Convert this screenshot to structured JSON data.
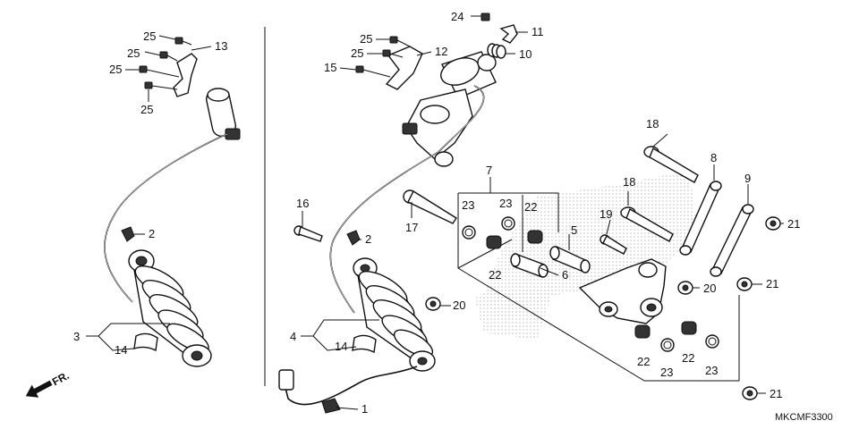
{
  "diagram_code": "MKCMF3300",
  "direction_label": "FR.",
  "callouts": {
    "c1": "1",
    "c2a": "2",
    "c2b": "2",
    "c3": "3",
    "c4": "4",
    "c5": "5",
    "c6": "6",
    "c7": "7",
    "c8": "8",
    "c9": "9",
    "c10": "10",
    "c11": "11",
    "c12": "12",
    "c13": "13",
    "c14a": "14",
    "c14b": "14",
    "c15": "15",
    "c16": "16",
    "c17": "17",
    "c18a": "18",
    "c18b": "18",
    "c19": "19",
    "c20a": "20",
    "c20b": "20",
    "c21a": "21",
    "c21b": "21",
    "c21c": "21",
    "c22a": "22",
    "c22b": "22",
    "c22c": "22",
    "c22d": "22",
    "c23a": "23",
    "c23b": "23",
    "c23c": "23",
    "c23d": "23",
    "c24": "24",
    "c25a": "25",
    "c25b": "25",
    "c25c": "25",
    "c25d": "25",
    "c25e": "25",
    "c25f": "25"
  },
  "colors": {
    "ink": "#111111",
    "stipple": "#999999",
    "background": "#ffffff"
  }
}
